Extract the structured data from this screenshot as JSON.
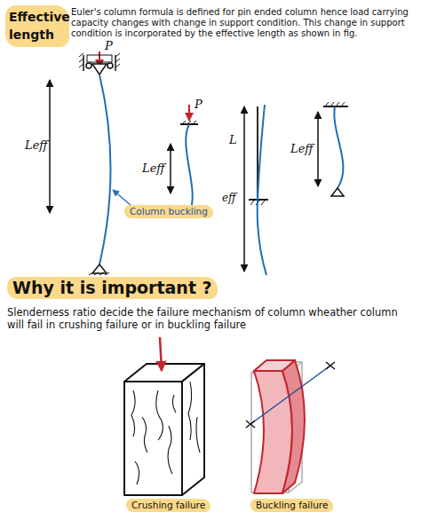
{
  "diagram": {
    "title": "Effective length",
    "labels": [
      "Euler's column formula is defined for pin ended column hence load carrying capacity changes with change in support condition. This change in support condition is incorporated by the effective length as shown in fig.",
      "P",
      "Leff",
      "Column buckling",
      "P",
      "Leff",
      "L",
      "eff",
      "Leff",
      "Why it is important ?",
      "Slenderness ratio decide the failure mechanism of column wheather column will fail in crushing failure or in buckling failure",
      "Crushing failure",
      "Buckling failure"
    ]
  }
}
